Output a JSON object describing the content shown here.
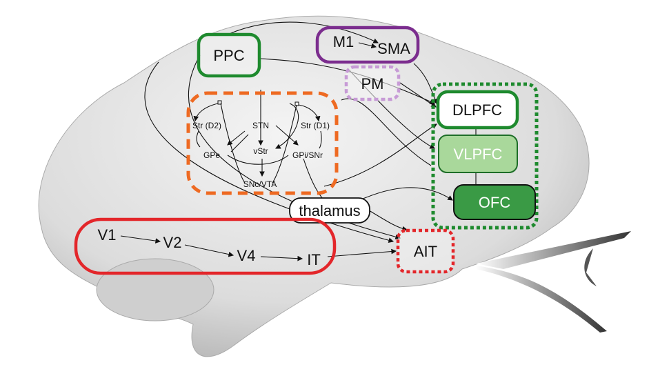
{
  "regions": {
    "ppc": "PPC",
    "m1": "M1",
    "sma": "SMA",
    "pm": "PM",
    "dlpfc": "DLPFC",
    "vlpfc": "VLPFC",
    "ofc": "OFC",
    "thalamus": "thalamus",
    "v1": "V1",
    "v2": "V2",
    "v4": "V4",
    "it": "IT",
    "ait": "AIT"
  },
  "basal_ganglia": {
    "str_d2": "Str (D2)",
    "stn": "STN",
    "str_d1": "Str (D1)",
    "gpe": "GPe",
    "vstr": "vStr",
    "gpi_snr": "GPi/SNr",
    "snc_vta": "SNc/VTA"
  },
  "colors": {
    "green": "#1e8a2e",
    "purple": "#7b2d8e",
    "light_purple": "#c79bd6",
    "orange": "#ee6a22",
    "red": "#e3262a",
    "vlpfc_fill": "#a9d89b",
    "ofc_fill": "#3a9a45"
  }
}
